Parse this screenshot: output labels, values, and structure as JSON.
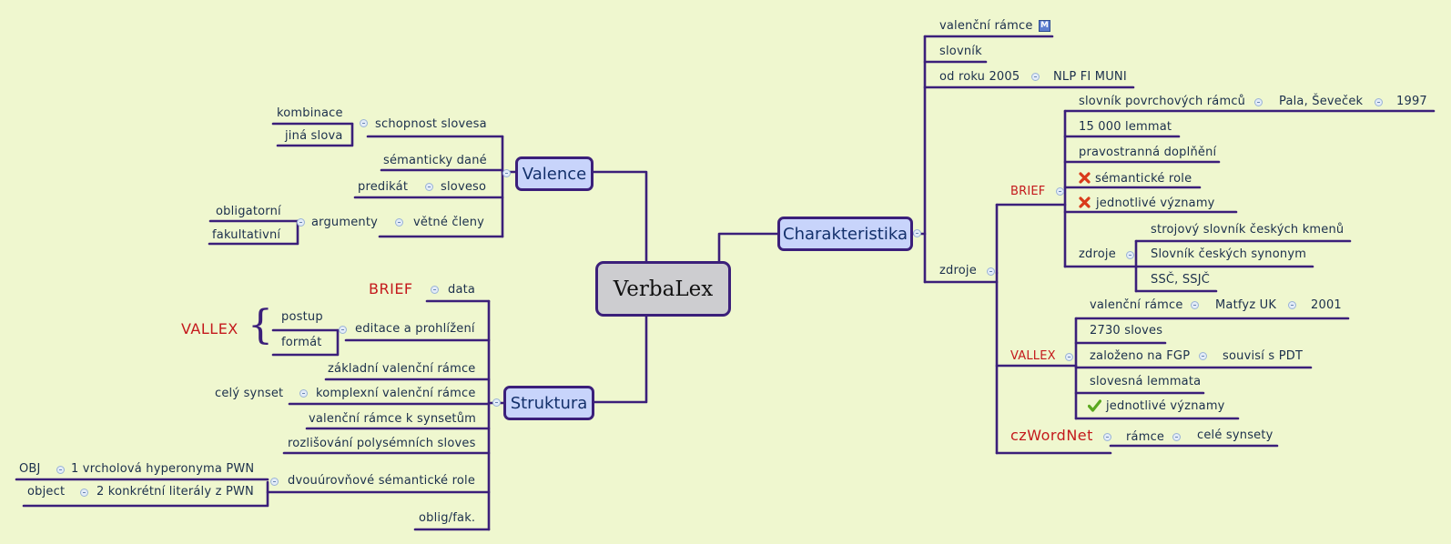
{
  "central": "VerbaLex",
  "topics": {
    "valence": "Valence",
    "struktura": "Struktura",
    "charakteristika": "Charakteristika"
  },
  "valence": {
    "schopnost": "schopnost slovesa",
    "kombinace": "kombinace",
    "jina_slova": "jiná slova",
    "semanticky": "sémanticky dané",
    "predikat": "predikát",
    "sloveso": "sloveso",
    "obligatorni": "obligatorní",
    "fakultativni": "fakultativní",
    "argumenty": "argumenty",
    "vetne": "větné členy"
  },
  "struktura": {
    "brief": "BRIEF",
    "data": "data",
    "vallex": "VALLEX",
    "postup": "postup",
    "format": "formát",
    "editace": "editace a prohlížení",
    "zakladni": "základní valenční rámce",
    "cely_synset": "celý synset",
    "komplexni": "komplexní valenční rámce",
    "k_synsetum": "valenční rámce k synsetům",
    "rozlisovani": "rozlišování polysémních sloves",
    "obj": "OBJ",
    "vrcholova": "1 vrcholová hyperonyma PWN",
    "object": "object",
    "konkretni": "2 konkrétní literály z PWN",
    "dvouurovnove": "dvouúrovňové sémantické role",
    "oblig": "oblig/fak."
  },
  "charakteristika": {
    "valencni_ramce": "valenční rámce",
    "m_icon": "M",
    "slovnik": "slovník",
    "od_roku": "od roku 2005",
    "nlp": "NLP FI MUNI",
    "zdroje": "zdroje",
    "brief": {
      "label": "BRIEF",
      "povrchovych": "slovník povrchových rámců",
      "pala": "Pala, Ševeček",
      "year": "1997",
      "lemmat": "15 000 lemmat",
      "pravostranna": "pravostranná doplňění",
      "sem_role": "sémantické role",
      "jednotlive": "jednotlivé významy",
      "zdroje": "zdroje",
      "strojovy": "strojový slovník českých kmenů",
      "synonym": "Slovník českých synonym",
      "ssc": "SSČ, SSJČ"
    },
    "vallex": {
      "label": "VALLEX",
      "valencni": "valenční rámce",
      "matfyz": "Matfyz UK",
      "year": "2001",
      "sloves": "2730 sloves",
      "fgp": "založeno na FGP",
      "pdt": "souvisí s PDT",
      "lemmata": "slovesná lemmata",
      "jednotlive": "jednotlivé významy"
    },
    "czwordnet": {
      "label": "czWordNet",
      "ramce": "rámce",
      "synsety": "celé synsety"
    }
  },
  "colors": {
    "background": "#eff7cf",
    "line": "#3b1f7a",
    "topic_fill": "#c8d4fb",
    "central_fill": "#cdcdd0",
    "accent_red": "#c4191c",
    "text": "#1b2f4c"
  }
}
